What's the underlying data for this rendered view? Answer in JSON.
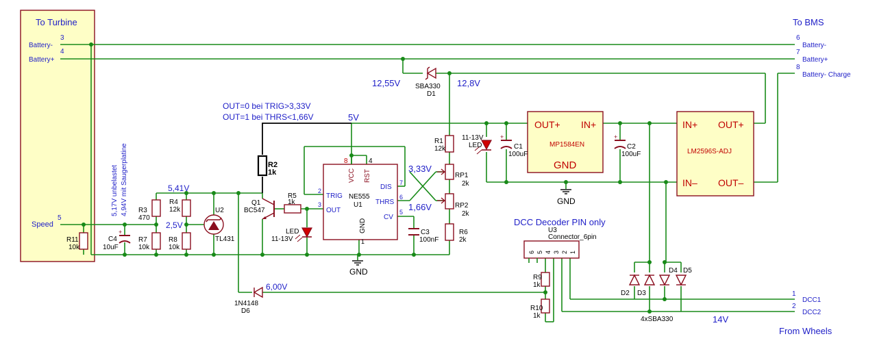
{
  "connectors": {
    "turbine": {
      "title": "To Turbine",
      "p3_num": "3",
      "p3_name": "Battery-",
      "p4_num": "4",
      "p4_name": "Battery+",
      "p5_num": "5",
      "p5_name": "Speed"
    },
    "bms": {
      "title": "To BMS",
      "p6_num": "6",
      "p6_name": "Battery-",
      "p7_num": "7",
      "p7_name": "Battery+",
      "p8_num": "8",
      "p8_name": "Battery- Charge"
    },
    "wheels": {
      "title": "From Wheels",
      "p1_num": "1",
      "p1_name": "DCC1",
      "p2_num": "2",
      "p2_name": "DCC2"
    },
    "u3": {
      "heading": "DCC Decoder PIN only",
      "ref": "U3",
      "value": "Connector_6pin",
      "pins": [
        "6",
        "5",
        "4",
        "3",
        "2",
        "1"
      ]
    }
  },
  "notes": {
    "turbine_note1": "5,17V unbelastet",
    "turbine_note2": "4,94V mit Saugerplatine",
    "out_rule1": "OUT=0 bei TRIG>3,33V",
    "out_rule2": "OUT=1 bei THRS<1,66V"
  },
  "voltages": {
    "v1255": "12,55V",
    "v128": "12,8V",
    "v5": "5V",
    "v333": "3,33V",
    "v166": "1,66V",
    "v541": "5,41V",
    "v25": "2,5V",
    "v600": "6,00V",
    "v14": "14V"
  },
  "ics": {
    "u1": {
      "ref": "U1",
      "value": "NE555",
      "pin_vcc": "VCC",
      "pin_rst": "RST",
      "pin_trig": "TRIG",
      "pin_out": "OUT",
      "pin_dis": "DIS",
      "pin_thrs": "THRS",
      "pin_cv": "CV",
      "pin_gnd": "GND",
      "n8": "8",
      "n4": "4",
      "n2": "2",
      "n3": "3",
      "n7": "7",
      "n6": "6",
      "n5": "5",
      "n1": "1"
    },
    "mp": {
      "name": "MP1584EN",
      "out": "OUT+",
      "in": "IN+",
      "gnd": "GND"
    },
    "lm": {
      "name": "LM2596S-ADJ",
      "in_p": "IN+",
      "out_p": "OUT+",
      "in_n": "IN–",
      "out_n": "OUT–"
    },
    "u2": {
      "ref": "U2",
      "value": "TL431"
    },
    "q1": {
      "ref": "Q1",
      "value": "BC547"
    }
  },
  "components": {
    "r1": {
      "ref": "R1",
      "value": "12k"
    },
    "r2": {
      "ref": "R2",
      "value": "1k"
    },
    "r3": {
      "ref": "R3",
      "value": "470"
    },
    "r4": {
      "ref": "R4",
      "value": "12k"
    },
    "r5": {
      "ref": "R5",
      "value": "1k"
    },
    "r6": {
      "ref": "R6",
      "value": "2k"
    },
    "r7": {
      "ref": "R7",
      "value": "10k"
    },
    "r8": {
      "ref": "R8",
      "value": "10k"
    },
    "r9": {
      "ref": "R9",
      "value": "1k"
    },
    "r10": {
      "ref": "R10",
      "value": "1k"
    },
    "r11": {
      "ref": "R11",
      "value": "10k"
    },
    "rp1": {
      "ref": "RP1",
      "value": "2k"
    },
    "rp2": {
      "ref": "RP2",
      "value": "2k"
    },
    "c1": {
      "ref": "C1",
      "value": "100uF"
    },
    "c2": {
      "ref": "C2",
      "value": "100uF"
    },
    "c3": {
      "ref": "C3",
      "value": "100nF"
    },
    "c4": {
      "ref": "C4",
      "value": "10uF"
    },
    "d1": {
      "ref": "D1",
      "value": "SBA330"
    },
    "d6": {
      "ref": "D6",
      "value": "1N4148"
    },
    "led_a": {
      "label": "LED",
      "value": "11-13V"
    },
    "led_b": {
      "label": "LED",
      "value": "11-13V"
    },
    "bridge": {
      "d2": "D2",
      "d3": "D3",
      "d4": "D4",
      "d5": "D5",
      "value": "4xSBA330"
    }
  },
  "ground": {
    "label": "GND"
  },
  "colors": {
    "wire": "#188a18",
    "symbol": "#8a0e1e",
    "net_label": "#2020c8",
    "module_fill": "#fefec6",
    "text": "#000000",
    "ic_pin": "#c00000"
  }
}
